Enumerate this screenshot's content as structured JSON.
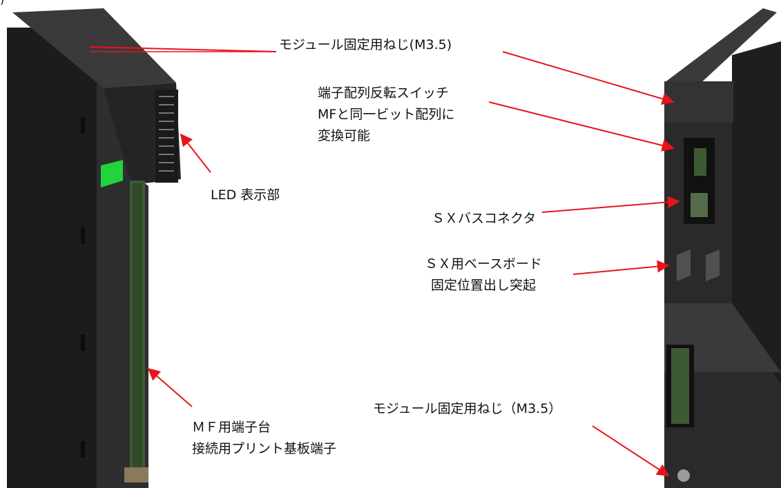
{
  "figure": {
    "caption_fragment": ")"
  },
  "callouts": {
    "screw_top": "モジュール固定用ねじ(M3.5)",
    "reversal_switch": [
      "端子配列反転スイッチ",
      "MFと同一ビット配列に",
      "変換可能"
    ],
    "led_display": "LED 表示部",
    "sx_bus_connector": "ＳＸバスコネクタ",
    "sx_base_board": [
      "ＳＸ用ベースボード",
      "固定位置出し突起"
    ],
    "screw_bottom": "モジュール固定用ねじ（M3.5）",
    "mf_terminal": [
      "ＭＦ用端子台",
      "接続用プリント基板端子"
    ]
  },
  "colors": {
    "arrow": "#e8141b",
    "module_body": "#2b2b2b",
    "module_shadow": "#141414",
    "module_highlight": "#4a4a4a",
    "led": "#22d33a",
    "pcb": "#3d5a34"
  }
}
